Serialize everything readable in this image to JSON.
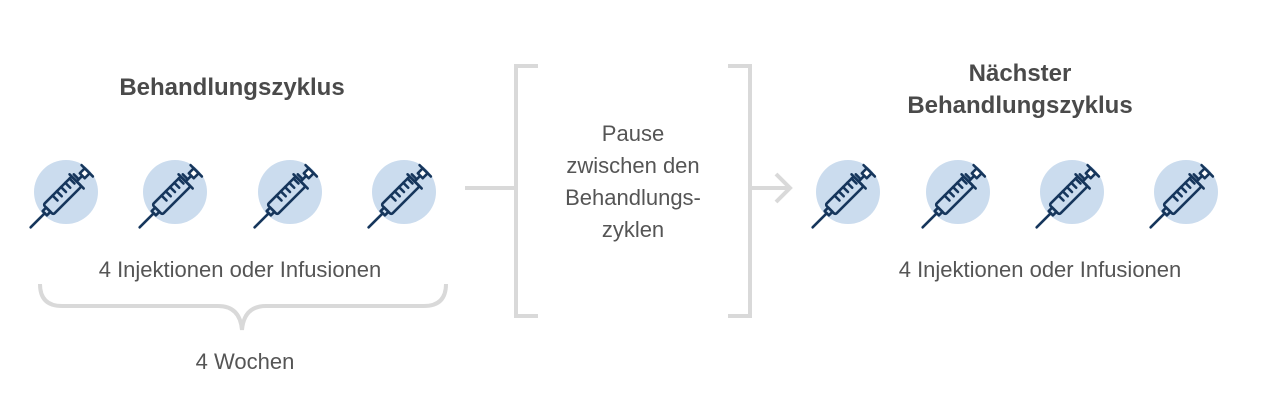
{
  "left": {
    "title": "Behandlungszyklus",
    "caption": "4 Injektionen oder Infusionen",
    "duration": "4 Wochen",
    "icons": [
      "syringe-icon",
      "syringe-icon",
      "syringe-icon",
      "syringe-icon"
    ]
  },
  "middle": {
    "lines": [
      "Pause",
      "zwischen den",
      "Behandlungs-",
      "zyklen"
    ]
  },
  "right": {
    "title_lines": [
      "Nächster",
      "Behandlungszyklus"
    ],
    "caption": "4 Injektionen oder Infusionen",
    "icons": [
      "syringe-icon",
      "syringe-icon",
      "syringe-icon",
      "syringe-icon"
    ]
  },
  "colors": {
    "circle": "#cbdcee",
    "syringe": "#16365c",
    "line": "#d9d9d9",
    "text": "#555555"
  }
}
